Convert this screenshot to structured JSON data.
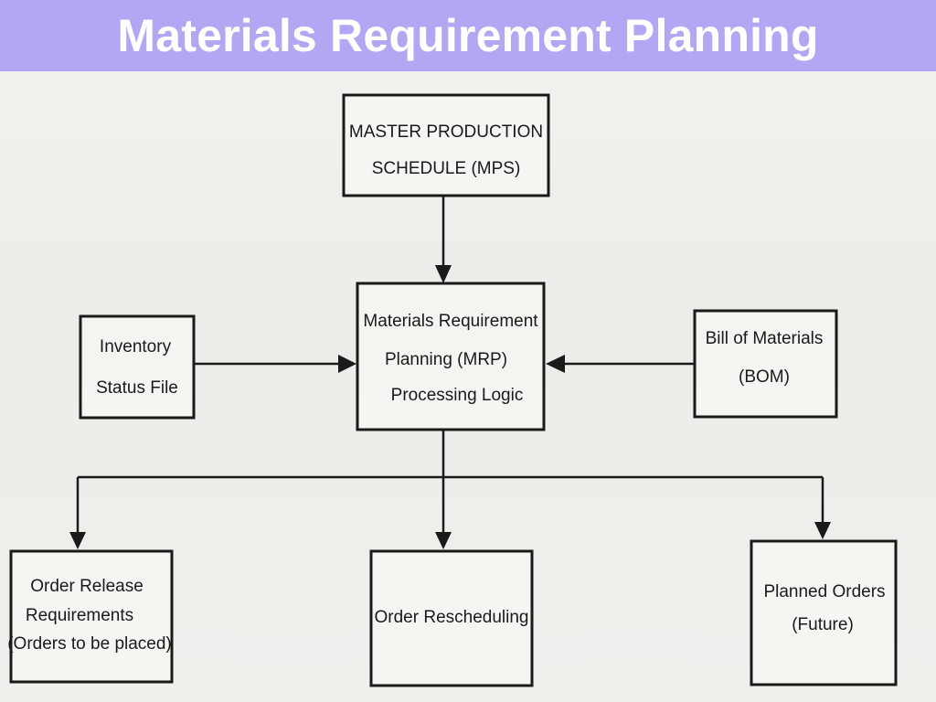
{
  "slide": {
    "title": "Materials Requirement Planning"
  },
  "diagram": {
    "nodes": {
      "mps": {
        "lines": [
          "MASTER PRODUCTION",
          "SCHEDULE (MPS)"
        ]
      },
      "mrp": {
        "lines": [
          "Materials Requirement",
          "Planning  (MRP)",
          "Processing Logic"
        ]
      },
      "inventory": {
        "lines": [
          "Inventory",
          "Status File"
        ]
      },
      "bom": {
        "lines": [
          "Bill of Materials",
          "(BOM)"
        ]
      },
      "order_release": {
        "lines": [
          "Order Release",
          "Requirements",
          "(Orders to be placed)"
        ]
      },
      "order_rescheduling": {
        "lines": [
          "Order Rescheduling"
        ]
      },
      "planned_orders": {
        "lines": [
          "Planned Orders",
          "(Future)"
        ]
      }
    },
    "edges": [
      {
        "from": "mps",
        "to": "mrp"
      },
      {
        "from": "inventory",
        "to": "mrp"
      },
      {
        "from": "bom",
        "to": "mrp"
      },
      {
        "from": "mrp",
        "to": "order_release"
      },
      {
        "from": "mrp",
        "to": "order_rescheduling"
      },
      {
        "from": "mrp",
        "to": "planned_orders"
      }
    ]
  }
}
